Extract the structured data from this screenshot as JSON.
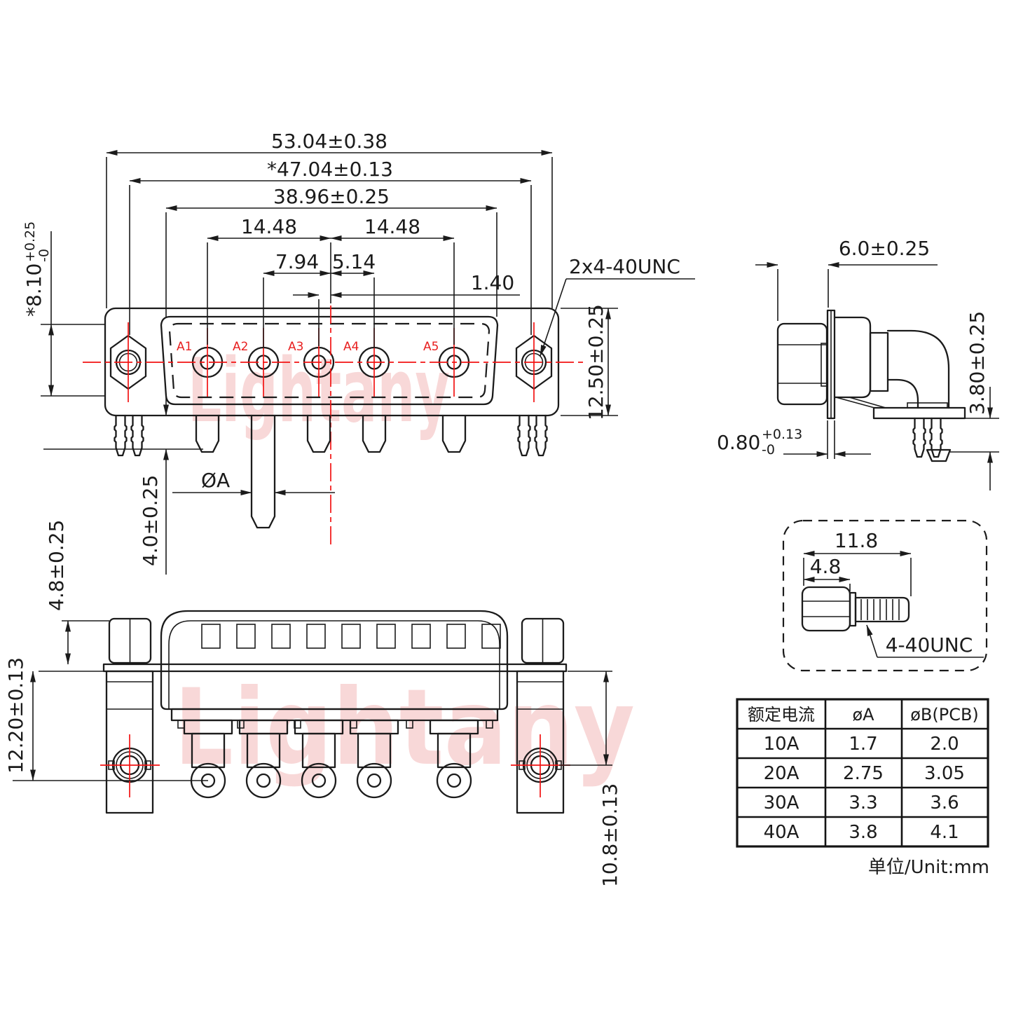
{
  "watermark": {
    "text": "Lightany"
  },
  "front_view": {
    "contacts": [
      "A1",
      "A2",
      "A3",
      "A4",
      "A5"
    ],
    "dims": {
      "overall_width": "53.04±0.38",
      "mount_span": "*47.04±0.13",
      "face_width": "38.96±0.25",
      "pitch_left": "14.48",
      "pitch_right": "14.48",
      "a2_offset": "7.94",
      "a4_offset": "5.14",
      "a3_offset": "1.40",
      "body_top": "*8.10",
      "body_top_tol_plus": "+0.25",
      "body_top_tol_minus": "-0",
      "body_height": "12.50±0.25",
      "thread_callout": "2x4-40UNC",
      "pin_dia": "ØA",
      "pin_tail": "4.0±0.25"
    }
  },
  "side_view": {
    "dims": {
      "depth": "6.0±0.25",
      "pin_offset": "3.80±0.25",
      "flange_thick": "0.80",
      "flange_tol_plus": "+0.13",
      "flange_tol_minus": "-0"
    }
  },
  "bottom_view": {
    "dims": {
      "standoff_height": "4.8±0.25",
      "bracket_height": "12.20±0.13",
      "pin_height": "10.8±0.13"
    }
  },
  "screw_detail": {
    "dims": {
      "total_length": "11.8",
      "head_length": "4.8"
    },
    "thread_label": "4-40UNC"
  },
  "spec_table": {
    "headers": [
      "额定电流",
      "øA",
      "øB(PCB)"
    ],
    "rows": [
      [
        "10A",
        "1.7",
        "2.0"
      ],
      [
        "20A",
        "2.75",
        "3.05"
      ],
      [
        "30A",
        "3.3",
        "3.6"
      ],
      [
        "40A",
        "3.8",
        "4.1"
      ]
    ],
    "unit_note": "单位/Unit:mm"
  },
  "colors": {
    "line": "#1b1b1b",
    "centerline": "#f21313",
    "contact_label": "#e82020",
    "watermark": "#f3b3b3"
  }
}
